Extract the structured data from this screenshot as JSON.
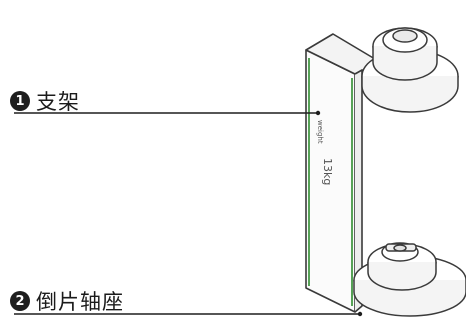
{
  "callouts": [
    {
      "number": "1",
      "label": "支架"
    },
    {
      "number": "2",
      "label": "倒片轴座"
    }
  ],
  "bracket_text": {
    "line1": "weight",
    "line2": "13kg"
  },
  "colors": {
    "line": "#1e1e1e",
    "accent_green": "#2e8b2e",
    "stroke": "#3a3a3a"
  }
}
